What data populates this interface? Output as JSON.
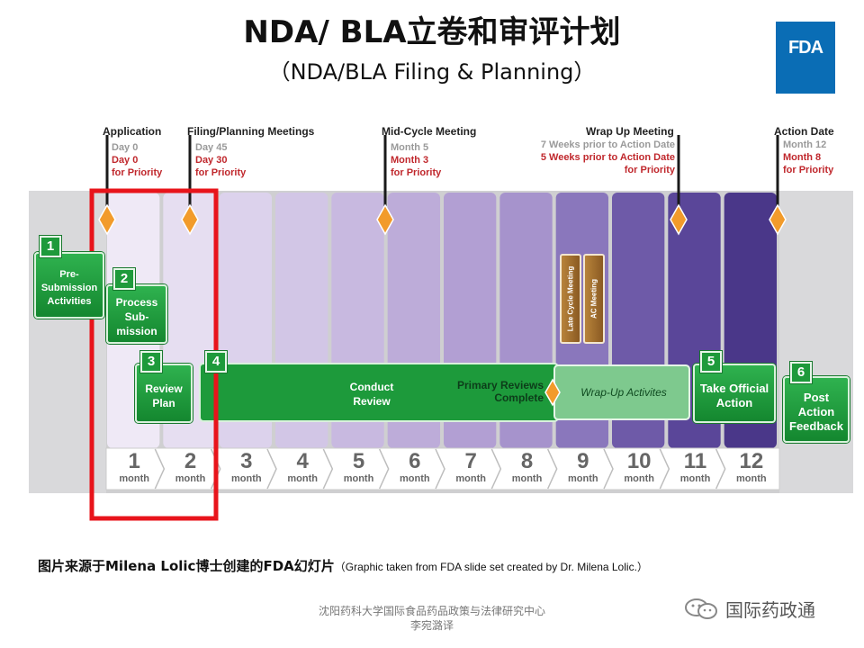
{
  "header": {
    "title": "NDA/ BLA立卷和审评计划",
    "subtitle": "（NDA/BLA Filing & Planning）",
    "logo_text": "FDA"
  },
  "milestones": {
    "application": {
      "label": "Application",
      "lines": [
        [
          "Day 0",
          "gray"
        ],
        [
          "Day 0",
          "red"
        ],
        [
          "for Priority",
          "red"
        ]
      ]
    },
    "filing": {
      "label": "Filing/Planning Meetings",
      "lines": [
        [
          "Day 45",
          "gray"
        ],
        [
          "Day 30",
          "red"
        ],
        [
          "for Priority",
          "red"
        ]
      ]
    },
    "midcycle": {
      "label": "Mid-Cycle Meeting",
      "lines": [
        [
          "Month 5",
          "gray"
        ],
        [
          "Month 3",
          "red"
        ],
        [
          "for Priority",
          "red"
        ]
      ]
    },
    "wrapup": {
      "label": "Wrap Up Meeting",
      "lines": [
        [
          "7 Weeks prior to Action Date",
          "gray"
        ],
        [
          "5 Weeks prior to Action Date",
          "red"
        ],
        [
          "for Priority",
          "red"
        ]
      ]
    },
    "action": {
      "label": "Action Date",
      "lines": [
        [
          "Month 12",
          "gray"
        ],
        [
          "Month 8",
          "red"
        ],
        [
          "for Priority",
          "red"
        ]
      ]
    }
  },
  "steps": {
    "s1": {
      "num": "1",
      "text": [
        "Pre-",
        "Submission",
        "Activities"
      ]
    },
    "s2": {
      "num": "2",
      "text": [
        "Process",
        "Sub-",
        "mission"
      ]
    },
    "s3": {
      "num": "3",
      "text": [
        "Review",
        "Plan"
      ]
    },
    "s4": {
      "num": "4",
      "text": [
        "Conduct",
        "Review"
      ]
    },
    "primary": {
      "text": [
        "Primary Reviews",
        "Complete"
      ]
    },
    "wrap": {
      "text": "Wrap-Up Activites"
    },
    "s5": {
      "num": "5",
      "text": [
        "Take Official",
        "Action"
      ]
    },
    "s6": {
      "num": "6",
      "text": [
        "Post",
        "Action",
        "Feedback"
      ]
    },
    "late_cycle": "Late Cycle Meeting",
    "ac_meeting": "AC Meeting"
  },
  "months": [
    {
      "n": "1",
      "w": "month"
    },
    {
      "n": "2",
      "w": "month"
    },
    {
      "n": "3",
      "w": "month"
    },
    {
      "n": "4",
      "w": "month"
    },
    {
      "n": "5",
      "w": "month"
    },
    {
      "n": "6",
      "w": "month"
    },
    {
      "n": "7",
      "w": "month"
    },
    {
      "n": "8",
      "w": "month"
    },
    {
      "n": "9",
      "w": "month"
    },
    {
      "n": "10",
      "w": "month"
    },
    {
      "n": "11",
      "w": "month"
    },
    {
      "n": "12",
      "w": "month"
    }
  ],
  "footer": {
    "note_bold": "图片来源于Milena Lolic博士创建的FDA幻灯片",
    "note_en": "（Graphic taken from FDA slide set created by Dr. Milena Lolic.）",
    "credit_line1": "沈阳药科大学国际食品药品政策与法律研究中心",
    "credit_line2": "李宛潞译",
    "brand": "国际药政通"
  },
  "colors": {
    "highlight": "#e8141b",
    "green": "#1e9a3b",
    "red_text": "#c0282d"
  }
}
